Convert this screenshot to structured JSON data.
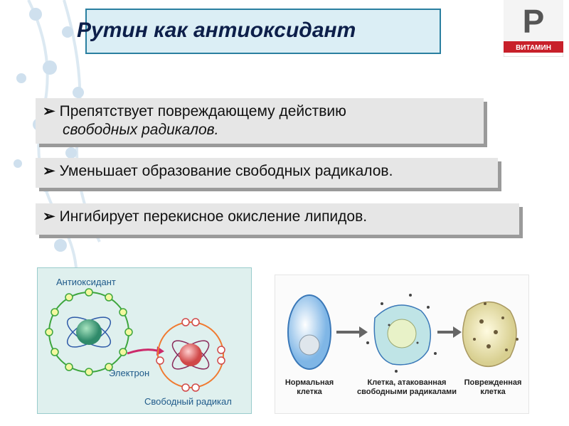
{
  "title": "Рутин как антиоксидант",
  "badge": {
    "letter": "Р",
    "label": "ВИТАМИН"
  },
  "bullets": [
    {
      "line1": "Препятствует  повреждающему  действию",
      "line2": "свободных  радикалов."
    },
    {
      "line1": "Уменьшает  образование  свободных  радикалов."
    },
    {
      "line1": "Ингибирует  перекисное  окисление  липидов."
    }
  ],
  "bullet_mark": "➢",
  "diagram_left": {
    "antioxidant_label": "Антиоксидант",
    "electron_label": "Электрон",
    "radical_label": "Свободный радикал"
  },
  "diagram_right": {
    "normal_cell": "Нормальная клетка",
    "attacked_cell": "Клетка, атакованная свободными радикалами",
    "damaged_cell": "Поврежденная клетка"
  },
  "colors": {
    "title_bg": "#dbeef5",
    "title_border": "#2a7fa0",
    "badge_red": "#c8202a",
    "bullet_bg": "#e6e6e6"
  }
}
